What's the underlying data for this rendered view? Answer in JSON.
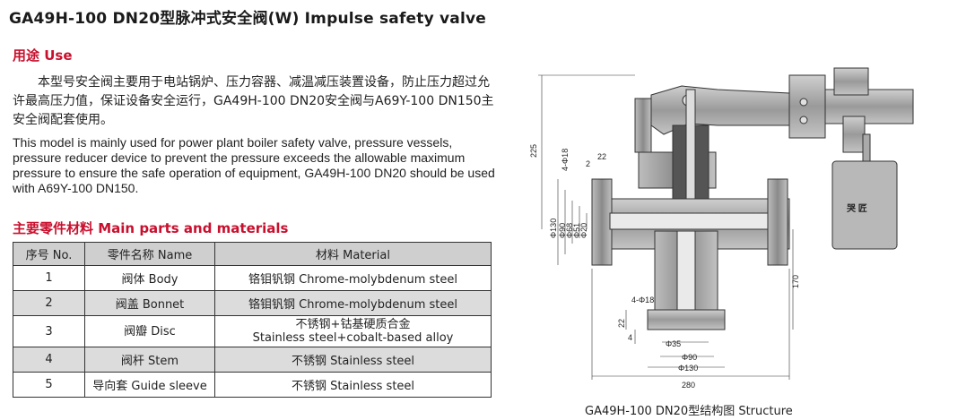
{
  "title": "GA49H-100 DN20型脉冲式安全阀(W) Impulse safety valve",
  "use_section": {
    "heading": "用途 Use",
    "text_cn": "本型号安全阀主要用于电站锅炉、压力容器、减温减压装置设备，防止压力超过允许最高压力值，保证设备安全运行，GA49H-100 DN20安全阀与A69Y-100 DN150主安全阀配套使用。",
    "text_en": "This model is mainly used for power plant boiler safety valve, pressure vessels, pressure reducer device to prevent the pressure exceeds the allowable maximum pressure to ensure the safe operation of equipment, GA49H-100 DN20 should be used with A69Y-100 DN150."
  },
  "parts_section": {
    "heading": "主要零件材料 Main parts and materials",
    "headers": [
      "序号 No.",
      "零件名称 Name",
      "材料 Material"
    ],
    "rows": [
      {
        "no": "1",
        "name": "阀体 Body",
        "material": "铬钼钒钢 Chrome-molybdenum steel"
      },
      {
        "no": "2",
        "name": "阀盖 Bonnet",
        "material": "铬钼钒钢 Chrome-molybdenum steel"
      },
      {
        "no": "3",
        "name": "阀瓣 Disc",
        "material": "不锈钢+钴基硬质合金",
        "material_en": "Stainless steel+cobalt-based alloy"
      },
      {
        "no": "4",
        "name": "阀杆 Stem",
        "material": "不锈钢 Stainless steel"
      },
      {
        "no": "5",
        "name": "导向套 Guide sleeve",
        "material": "不锈钢 Stainless steel"
      }
    ]
  },
  "diagram": {
    "caption": "GA49H-100 DN20型结构图 Structure",
    "dims": {
      "h225": "225",
      "bolt_top": "4-Φ18",
      "d2": "2",
      "d22_top": "22",
      "phi130_l": "Φ130",
      "phi90_l": "Φ90",
      "phi68": "Φ68",
      "phi51": "Φ51",
      "phi20": "Φ20",
      "h170": "170",
      "bolt_bot": "4-Φ18",
      "d22_bot": "22",
      "d4": "4",
      "phi35": "Φ35",
      "phi90_b": "Φ90",
      "phi130_b": "Φ130",
      "w280": "280",
      "weight_mark": "哭 匠"
    }
  }
}
